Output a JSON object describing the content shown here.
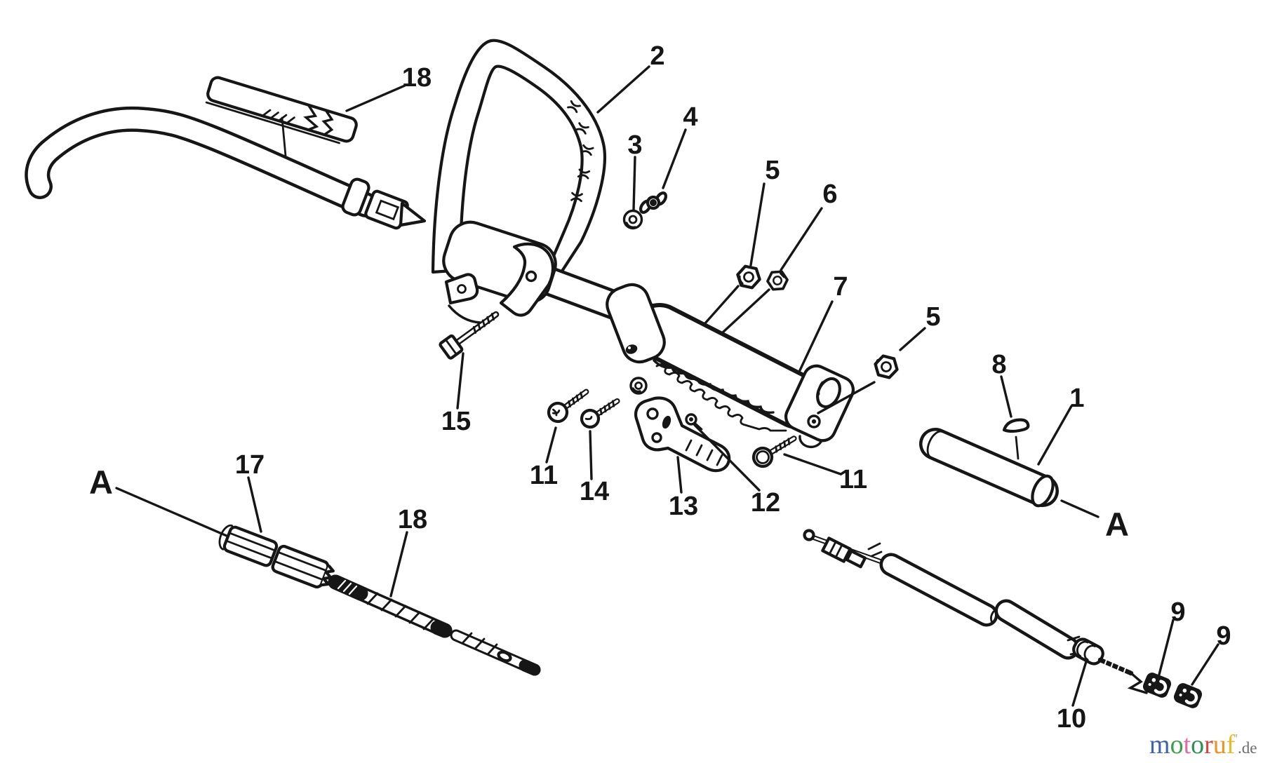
{
  "figure": {
    "type": "exploded-parts-diagram",
    "background": "#ffffff",
    "line_color": "#161616",
    "description": "Exploded view of trimmer handlebar, loop handle and throttle control assembly with numbered part callouts"
  },
  "callouts": [
    {
      "id": "label-18-top",
      "text": "18"
    },
    {
      "id": "label-2",
      "text": "2"
    },
    {
      "id": "label-3",
      "text": "3"
    },
    {
      "id": "label-4",
      "text": "4"
    },
    {
      "id": "label-5-upper",
      "text": "5"
    },
    {
      "id": "label-6",
      "text": "6"
    },
    {
      "id": "label-7",
      "text": "7"
    },
    {
      "id": "label-15",
      "text": "15"
    },
    {
      "id": "label-11-left",
      "text": "11"
    },
    {
      "id": "label-14",
      "text": "14"
    },
    {
      "id": "label-13",
      "text": "13"
    },
    {
      "id": "label-12",
      "text": "12"
    },
    {
      "id": "label-11-right",
      "text": "11"
    },
    {
      "id": "label-5-right",
      "text": "5"
    },
    {
      "id": "label-8",
      "text": "8"
    },
    {
      "id": "label-1",
      "text": "1"
    },
    {
      "id": "marker-A-right",
      "text": "A"
    },
    {
      "id": "marker-A-left",
      "text": "A"
    },
    {
      "id": "label-17",
      "text": "17"
    },
    {
      "id": "label-18-bottom",
      "text": "18"
    },
    {
      "id": "label-10",
      "text": "10"
    },
    {
      "id": "label-9-left",
      "text": "9"
    },
    {
      "id": "label-9-right",
      "text": "9"
    }
  ],
  "watermark": {
    "letters": [
      {
        "ch": "m",
        "color": "#3f63b0"
      },
      {
        "ch": "o",
        "color": "#3aa044"
      },
      {
        "ch": "t",
        "color": "#e468a5"
      },
      {
        "ch": "o",
        "color": "#2c9153"
      },
      {
        "ch": "r",
        "color": "#d8463c"
      },
      {
        "ch": "u",
        "color": "#f0921f"
      },
      {
        "ch": "f",
        "color": "#eaba24"
      }
    ],
    "tick": {
      "ch": "'",
      "color": "#b0b0b0"
    },
    "suffix": ".de",
    "suffix_color": "#6b6b6b"
  }
}
